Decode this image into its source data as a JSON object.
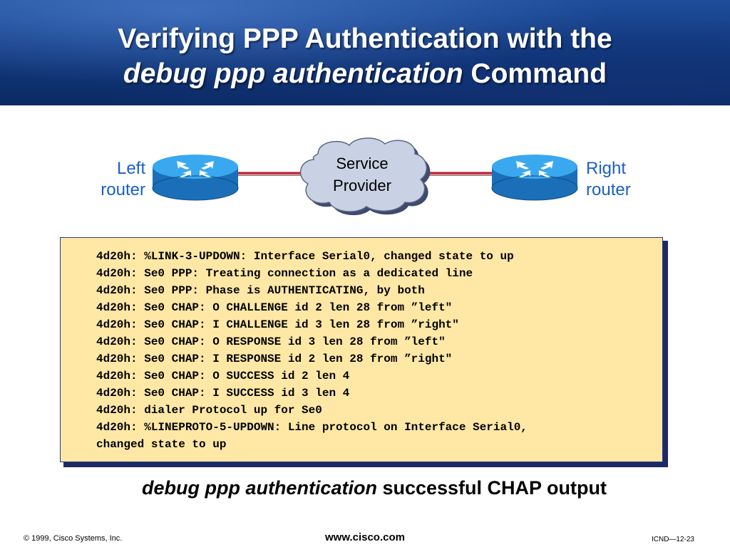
{
  "header": {
    "title_line1": "Verifying PPP Authentication with the",
    "title_line2_italic": "debug ppp authentication",
    "title_line2_rest": " Command"
  },
  "diagram": {
    "left_router": {
      "line1": "Left",
      "line2": "router"
    },
    "right_router": {
      "line1": "Right",
      "line2": "router"
    },
    "cloud": {
      "line1": "Service",
      "line2": "Provider"
    },
    "colors": {
      "router_body": "#2f9fe6",
      "label": "#1a5fc9",
      "link": "#c0152a",
      "cloud": "#c8d2e4"
    }
  },
  "output": {
    "lines": [
      "4d20h: %LINK-3-UPDOWN: Interface Serial0, changed state to up",
      "4d20h: Se0 PPP: Treating connection as a dedicated line",
      "4d20h: Se0 PPP: Phase is AUTHENTICATING, by both",
      "4d20h: Se0 CHAP: O CHALLENGE id 2 len 28 from ”left\"",
      "4d20h: Se0 CHAP: I CHALLENGE id 3 len 28 from ”right\"",
      "4d20h: Se0 CHAP: O RESPONSE id 3 len 28 from ”left\"",
      "4d20h: Se0 CHAP: I RESPONSE id 2 len 28 from ”right\"",
      "4d20h: Se0 CHAP: O SUCCESS id 2 len 4",
      "4d20h: Se0 CHAP: I SUCCESS id 3 len 4",
      "4d20h: dialer Protocol up for Se0",
      "4d20h: %LINEPROTO-5-UPDOWN: Line protocol on Interface Serial0,",
      "changed state to up"
    ],
    "background": "#ffe8a6"
  },
  "caption": {
    "italic": "debug ppp authentication",
    "rest": " successful CHAP output"
  },
  "footer": {
    "copyright": "© 1999, Cisco Systems, Inc.",
    "website": "www.cisco.com",
    "page_code": "ICND—12-23"
  }
}
